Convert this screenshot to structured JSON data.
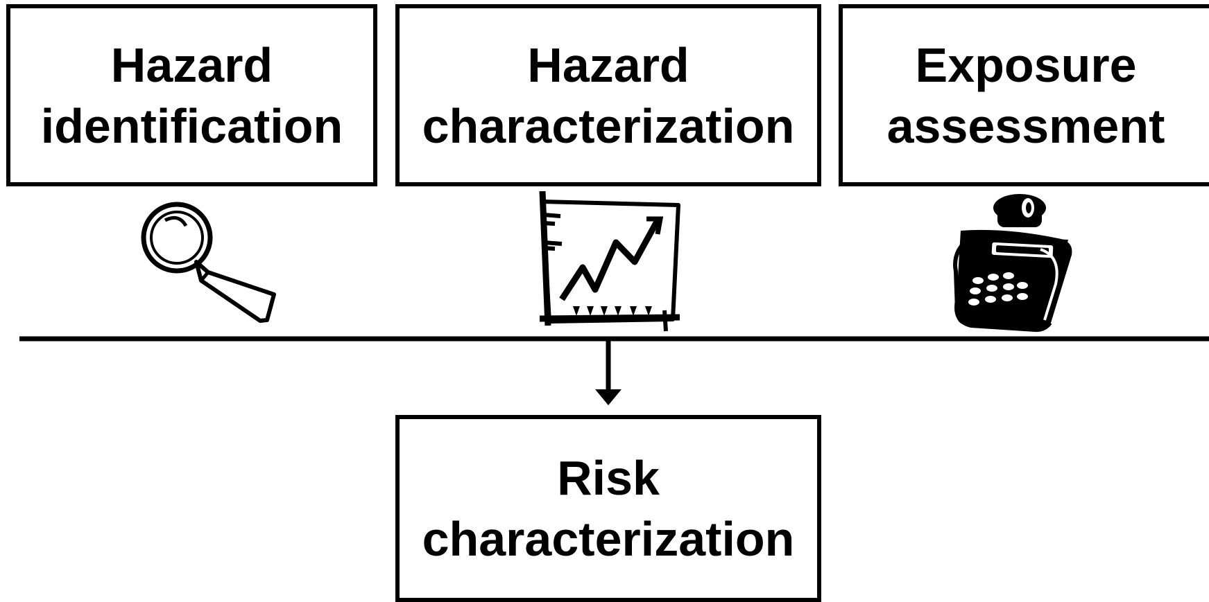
{
  "boxes": {
    "hazard_identification": {
      "line1": "Hazard",
      "line2": "identification"
    },
    "hazard_characterization": {
      "line1": "Hazard",
      "line2": "characterization"
    },
    "exposure_assessment": {
      "line1": "Exposure",
      "line2": "assessment"
    },
    "risk_characterization": {
      "line1": "Risk",
      "line2": "characterization"
    }
  },
  "icons": [
    "magnifying-glass-icon",
    "line-chart-icon",
    "calculator-icon"
  ],
  "colors": {
    "line": "#000000",
    "background": "#ffffff"
  }
}
